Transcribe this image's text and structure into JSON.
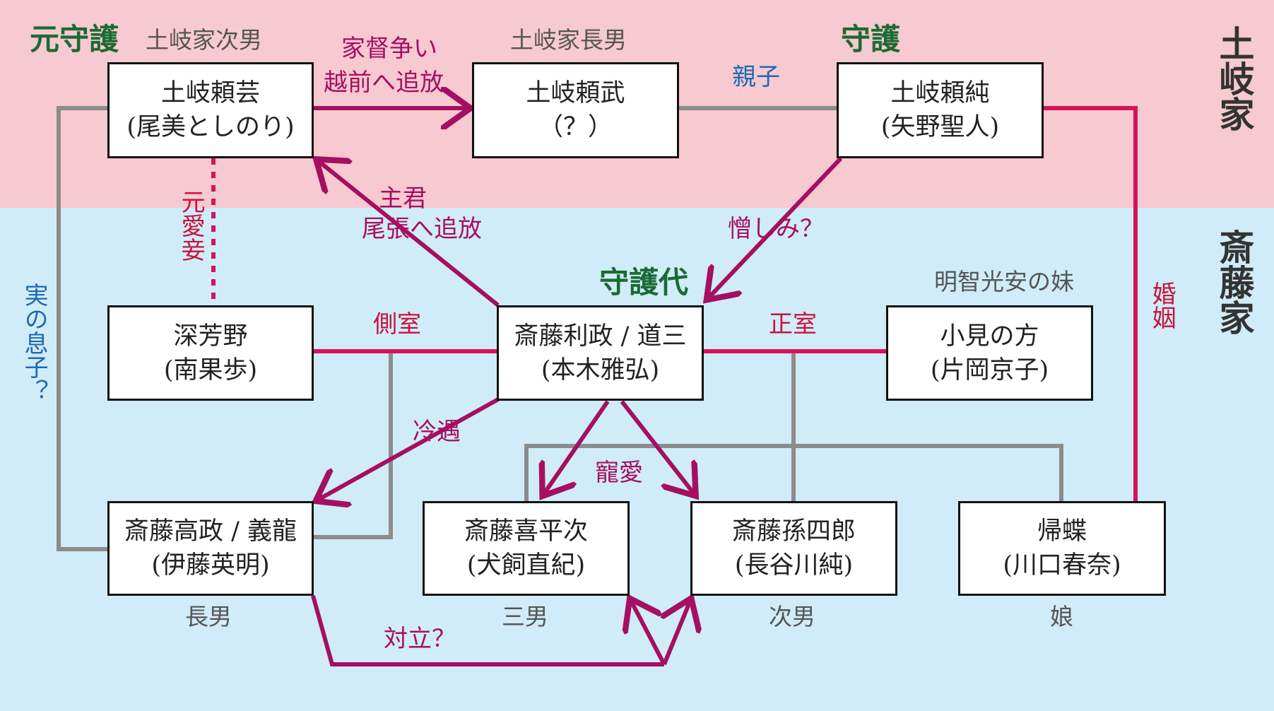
{
  "colors": {
    "band_top": "#f7c9d0",
    "band_bottom": "#d0ecf8",
    "marriage": "#d4145a",
    "conflict": "#a50f62",
    "kin": "#8c8c8c",
    "label_red": "#c8133d",
    "label_blue": "#1f68b3",
    "label_green": "#1a6b33"
  },
  "houses": {
    "toki": "土岐家",
    "saito": "斎藤家"
  },
  "people": {
    "yorinori": {
      "name": "土岐頼芸",
      "actor": "(尾美としのり)"
    },
    "yoritake": {
      "name": "土岐頼武",
      "actor": "（？）"
    },
    "yorizumi": {
      "name": "土岐頼純",
      "actor": "(矢野聖人)"
    },
    "miyoshino": {
      "name": "深芳野",
      "actor": "(南果歩)"
    },
    "dosan": {
      "name": "斎藤利政 / 道三",
      "actor": "(本木雅弘)"
    },
    "omi": {
      "name": "小見の方",
      "actor": "(片岡京子)"
    },
    "takamasa": {
      "name": "斎藤高政 / 義龍",
      "actor": "(伊藤英明)"
    },
    "kiheiji": {
      "name": "斎藤喜平次",
      "actor": "(犬飼直紀)"
    },
    "magoshiro": {
      "name": "斎藤孫四郎",
      "actor": "(長谷川純)"
    },
    "kicho": {
      "name": "帰蝶",
      "actor": "(川口春奈)"
    }
  },
  "titles": {
    "former_shugo": "元守護",
    "shugo": "守護",
    "shugodai": "守護代",
    "second_son_toki": "土岐家次男",
    "eldest_son_toki": "土岐家長男",
    "omi_note": "明智光安の妹",
    "eldest": "長男",
    "third": "三男",
    "second": "次男",
    "daughter": "娘"
  },
  "relations": {
    "succession_1": "家督争い",
    "succession_2": "越前へ追放",
    "parent_child": "親子",
    "lord_1": "主君",
    "lord_2": "尾張へ追放",
    "hatred": "憎しみ？",
    "former_concubine": "元愛妾",
    "real_son": "実の息子？",
    "concubine": "側室",
    "wife": "正室",
    "marriage": "婚姻",
    "cold": "冷遇",
    "favor": "寵愛",
    "conflict": "対立？"
  }
}
